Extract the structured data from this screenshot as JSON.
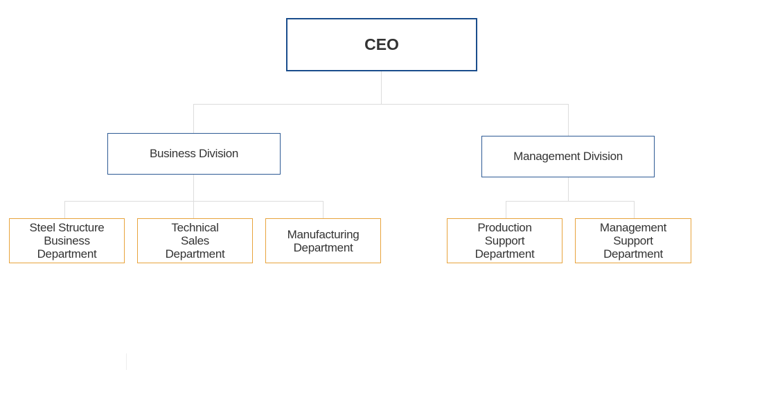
{
  "org_chart": {
    "ceo": "CEO",
    "divisions": [
      {
        "name": "Business Division",
        "departments": [
          "Steel Structure\nBusiness\nDepartment",
          "Technical\nSales\nDepartment",
          "Manufacturing\nDepartment"
        ]
      },
      {
        "name": "Management Division",
        "departments": [
          "Production\nSupport\nDepartment",
          "Management\nSupport\nDepartment"
        ]
      }
    ]
  },
  "colors": {
    "ceo_border": "#1a4d8c",
    "division_border": "#2d5a94",
    "department_border": "#e8a33c",
    "connector": "#dcdcdc",
    "text": "#333333"
  }
}
